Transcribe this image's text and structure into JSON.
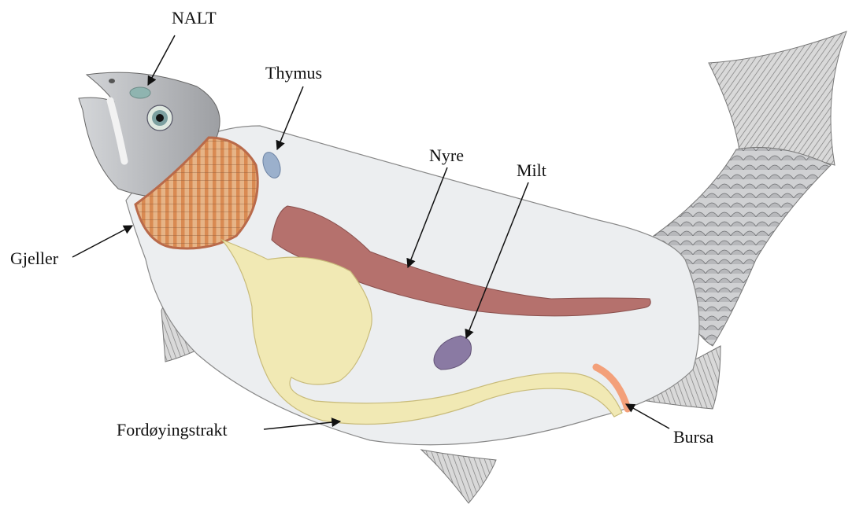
{
  "labels": {
    "nalt": "NALT",
    "thymus": "Thymus",
    "nyre": "Nyre",
    "milt": "Milt",
    "gjeller": "Gjeller",
    "fordoyingstrakt": "Fordøyingstrakt",
    "bursa": "Bursa"
  },
  "colors": {
    "body": "#eef0f2",
    "head": "#b9bcc0",
    "gills": "#e0a070",
    "kidney": "#b36e6a",
    "gut": "#f0e8b0",
    "spleen": "#8a7aa0",
    "thymus": "#8ea6c4",
    "bursa": "#f39a6e",
    "fins": "#9a9a9a",
    "scales": "#a9aaad"
  }
}
